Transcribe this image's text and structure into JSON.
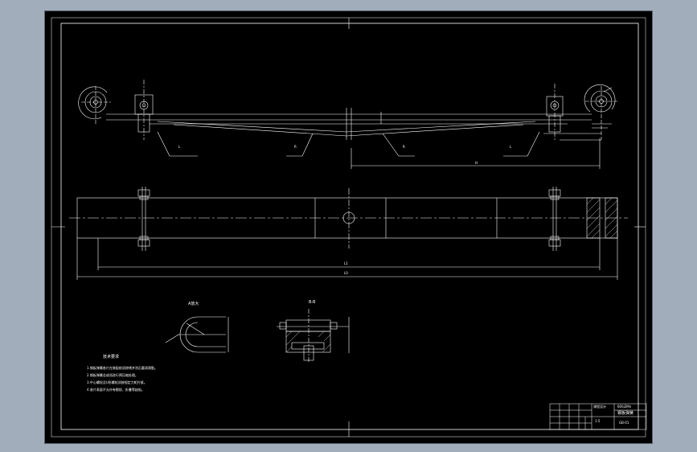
{
  "notes": {
    "heading": "技术要求",
    "lines": [
      "1.钢板弹簧各片在装配前须除锈并涂石墨润滑脂。",
      "2.钢板弹簧总成须进行预压缩处理。",
      "3.中心螺栓及U形螺栓须按规定力矩拧紧。",
      "4.各片表面不允许有裂纹、折叠等缺陷。"
    ]
  },
  "views": {
    "detail_a_label": "A放大",
    "detail_b_label": "B-B"
  },
  "labels": {
    "leaf_left": "L",
    "leaf_right": "L",
    "center_left": "R",
    "center_right": "R",
    "dim_half": "H",
    "dim_total": "L0",
    "dim_span": "L1"
  },
  "title_block": {
    "drawing_name": "钢板弹簧",
    "drawing_no": "GB-01",
    "material": "60Si2Mn",
    "scale": "1:5",
    "school": "课程设计"
  },
  "colors": {
    "frame": "#a2adbb",
    "canvas": "#000000",
    "lines": "#ffffff"
  }
}
